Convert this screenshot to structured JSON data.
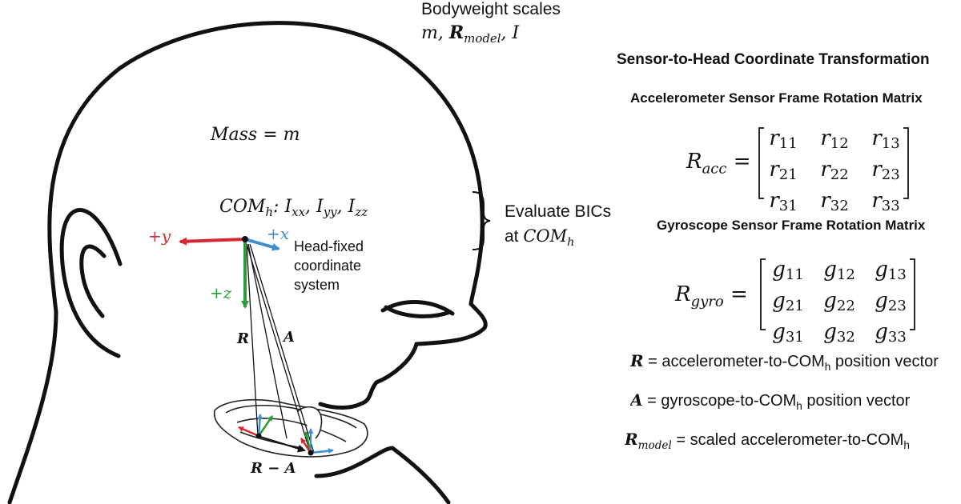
{
  "top_label": {
    "line1": "Bodyweight scales",
    "line2_m": "m, ",
    "line2_R": "R",
    "line2_Rsub": "model",
    "line2_I": ", I"
  },
  "head": {
    "mass_label": "Mass = m",
    "com_label_main": "COM",
    "com_label_sub": "h",
    "com_label_rest": ": I",
    "ixx_sub": "xx",
    "iyy_sub": "yy",
    "izz_sub": "zz",
    "axis_y": "+y",
    "axis_x": "+x",
    "axis_z": "+z",
    "coord_line1": "Head-fixed",
    "coord_line2": "coordinate",
    "coord_line3": "system",
    "vec_R": "R",
    "vec_A": "A",
    "vec_RA": "R − A"
  },
  "evaluate": {
    "line1": "Evaluate BICs",
    "line2_prefix": "at ",
    "line2_com": "COM",
    "line2_sub": "h"
  },
  "right_panel": {
    "title": "Sensor-to-Head Coordinate Transformation",
    "acc_heading": "Accelerometer Sensor Frame Rotation Matrix",
    "acc_symbol": "R",
    "acc_sub": "acc",
    "acc_matrix": [
      [
        "r",
        "11"
      ],
      [
        "r",
        "12"
      ],
      [
        "r",
        "13"
      ],
      [
        "r",
        "21"
      ],
      [
        "r",
        "22"
      ],
      [
        "r",
        "23"
      ],
      [
        "r",
        "31"
      ],
      [
        "r",
        "32"
      ],
      [
        "r",
        "33"
      ]
    ],
    "gyro_heading": "Gyroscope Sensor Frame Rotation Matrix",
    "gyro_symbol": "R",
    "gyro_sub": "gyro",
    "gyro_matrix": [
      [
        "g",
        "11"
      ],
      [
        "g",
        "12"
      ],
      [
        "g",
        "13"
      ],
      [
        "g",
        "21"
      ],
      [
        "g",
        "22"
      ],
      [
        "g",
        "23"
      ],
      [
        "g",
        "31"
      ],
      [
        "g",
        "32"
      ],
      [
        "g",
        "33"
      ]
    ],
    "def_R_sym": "R",
    "def_R_text": " = accelerometer-to-COM",
    "def_R_sub": "h",
    "def_R_tail": " position vector",
    "def_A_sym": "A",
    "def_A_text": " = gyroscope-to-COM",
    "def_A_sub": "h",
    "def_A_tail": " position vector",
    "def_Rm_sym": "R",
    "def_Rm_symsub": "model",
    "def_Rm_text": " = scaled accelerometer-to-COM",
    "def_Rm_sub": "h"
  },
  "colors": {
    "y_axis": "#d6282f",
    "x_axis": "#3b8fd1",
    "z_axis": "#2e9a3c",
    "outline": "#111111"
  }
}
